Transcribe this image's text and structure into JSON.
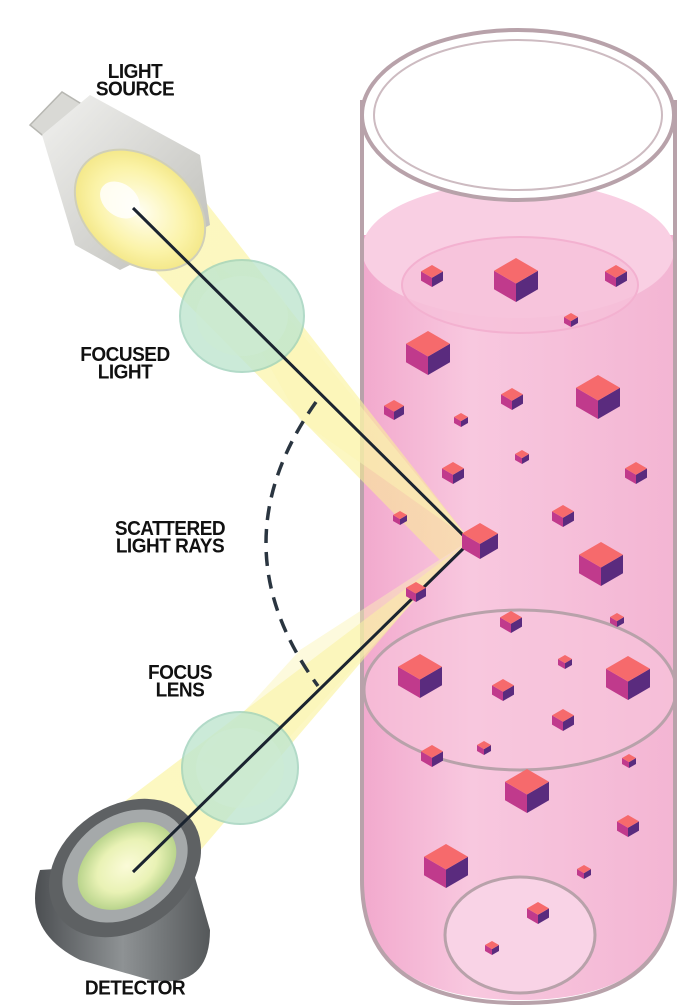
{
  "labels": {
    "light_source": [
      "LIGHT",
      "SOURCE"
    ],
    "focused_light": [
      "FOCUSED",
      "LIGHT"
    ],
    "scattered_light_rays": [
      "SCATTERED",
      "LIGHT RAYS"
    ],
    "focus_lens": [
      "FOCUS",
      "LENS"
    ],
    "detector": "DETECTOR"
  },
  "colors": {
    "tube_outline": "#b8a2aa",
    "liquid": "#f6c3dc",
    "liquid_light": "#fadbe9",
    "beam": "#fbf39c",
    "lens": "#bfe6cf",
    "particle_top": "#f66a6c",
    "particle_left": "#c03a8c",
    "particle_right": "#5a2b7e",
    "ray_line": "#1b2430",
    "detector_body": "#6b6e70"
  },
  "icons": {
    "light_source": "flashlight-icon",
    "detector": "detector-icon",
    "lens": "lens-icon"
  }
}
